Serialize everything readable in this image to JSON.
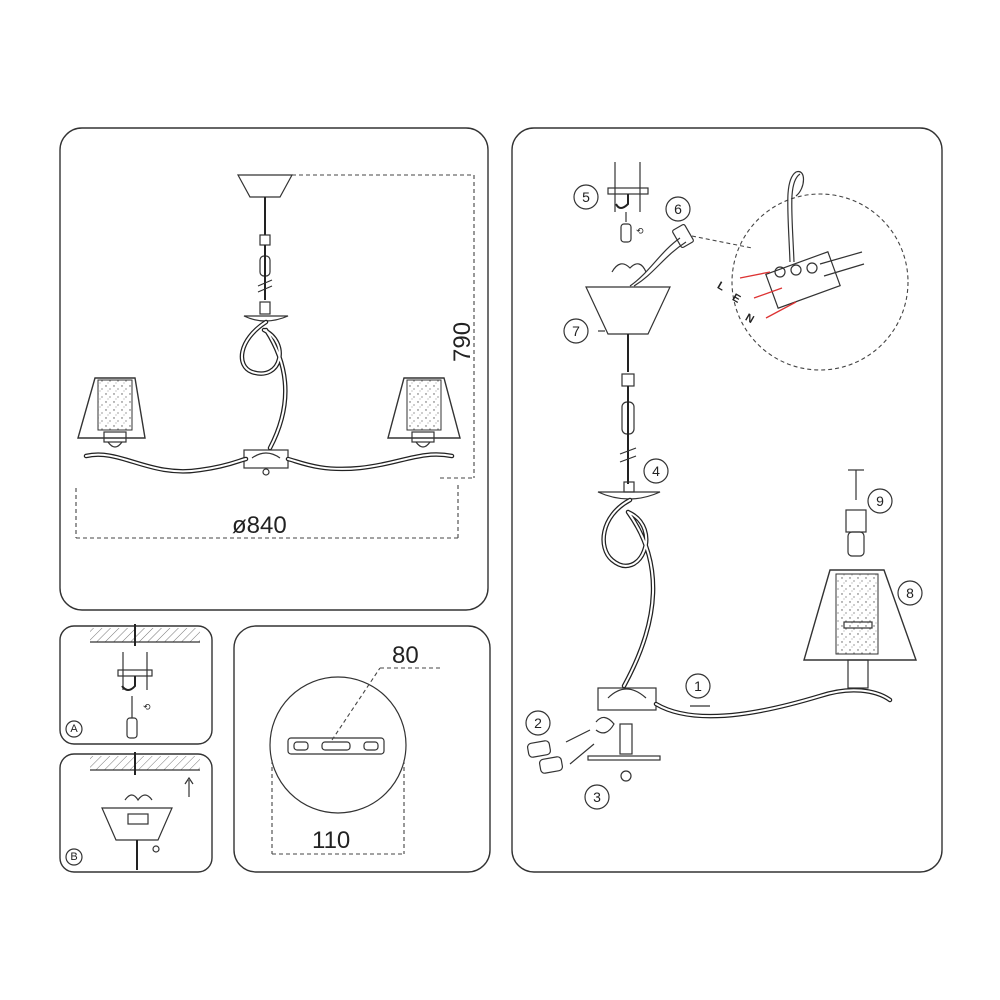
{
  "dimensions": {
    "height_label": "790",
    "diameter_label": "ø840",
    "mount_spacing_label": "80",
    "canopy_diameter_label": "110"
  },
  "steps": [
    "1",
    "2",
    "3",
    "4",
    "5",
    "6",
    "7",
    "8",
    "9"
  ],
  "substeps": [
    "A",
    "B"
  ],
  "wire_labels": [
    "L",
    "E",
    "N"
  ],
  "colors": {
    "line": "#222222",
    "wire_live": "#d33333"
  }
}
